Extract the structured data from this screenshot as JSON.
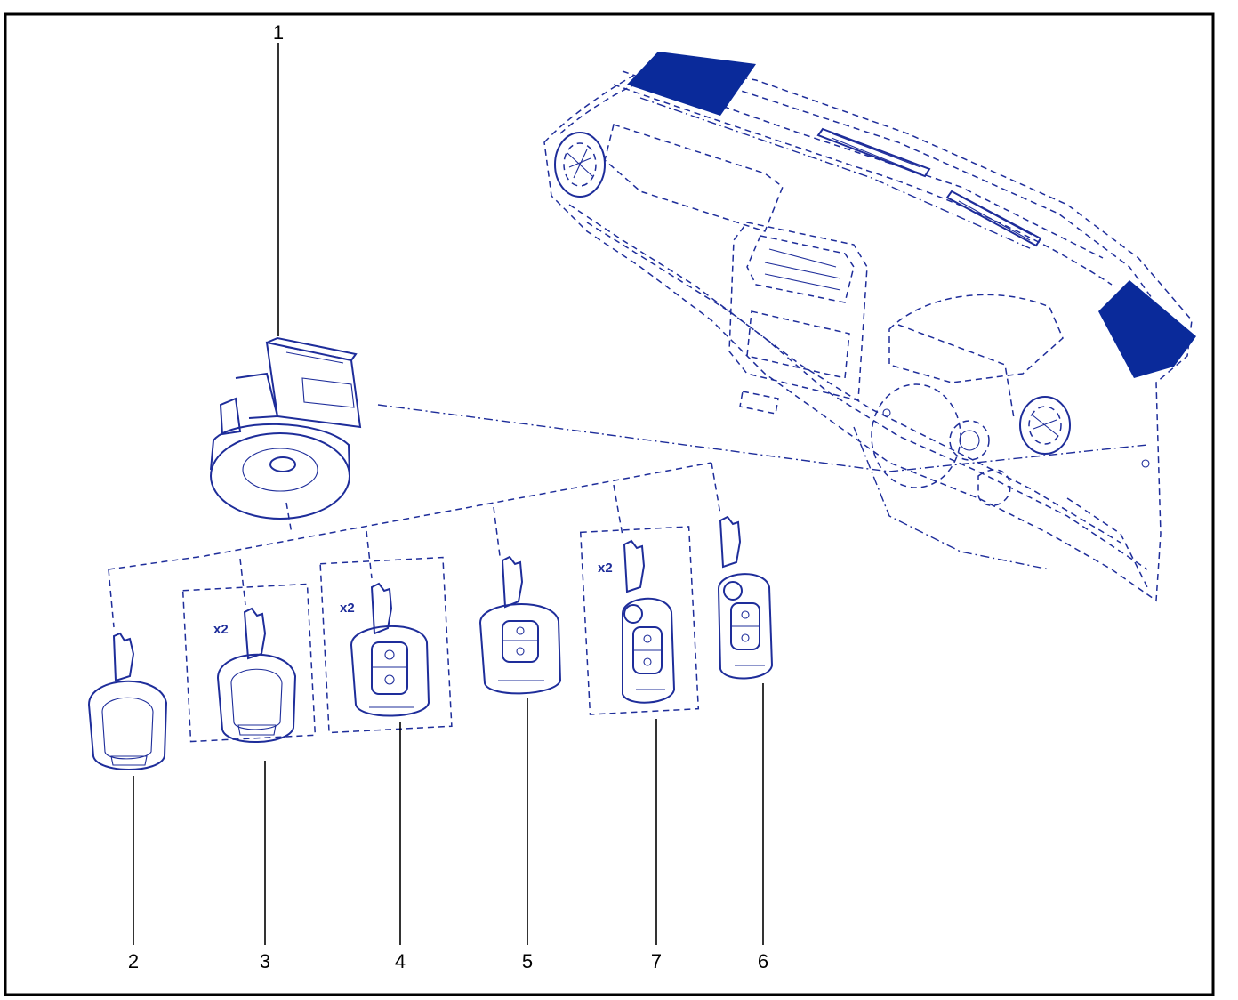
{
  "callouts": {
    "c1": "1",
    "c2": "2",
    "c3": "3",
    "c4": "4",
    "c5": "5",
    "c7": "7",
    "c6": "6"
  },
  "multipliers": {
    "key3": "x2",
    "key4": "x2",
    "key7": "x2"
  },
  "colors": {
    "line_art": "#1e2d9a",
    "dash_fill": "#0a2a9a",
    "leaders": "#000000"
  }
}
